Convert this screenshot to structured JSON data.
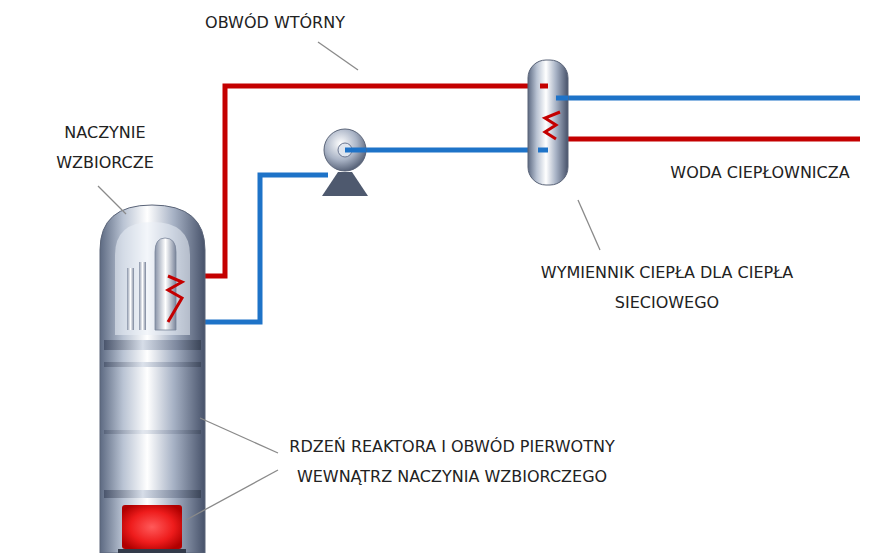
{
  "diagram": {
    "labels": [
      "OBWÓD WTÓRNY",
      "NACZYNIE WZBIORCZE",
      "WODA CIEPŁOWNICZA",
      "WYMIENNIK CIEPŁA DLA CIEPŁA SIECIOWEGO",
      "RDZEŃ REAKTORA I OBWÓD PIERWOTNY WEWNĄTRZ NACZYNIA WZBIORCZEGO"
    ]
  }
}
